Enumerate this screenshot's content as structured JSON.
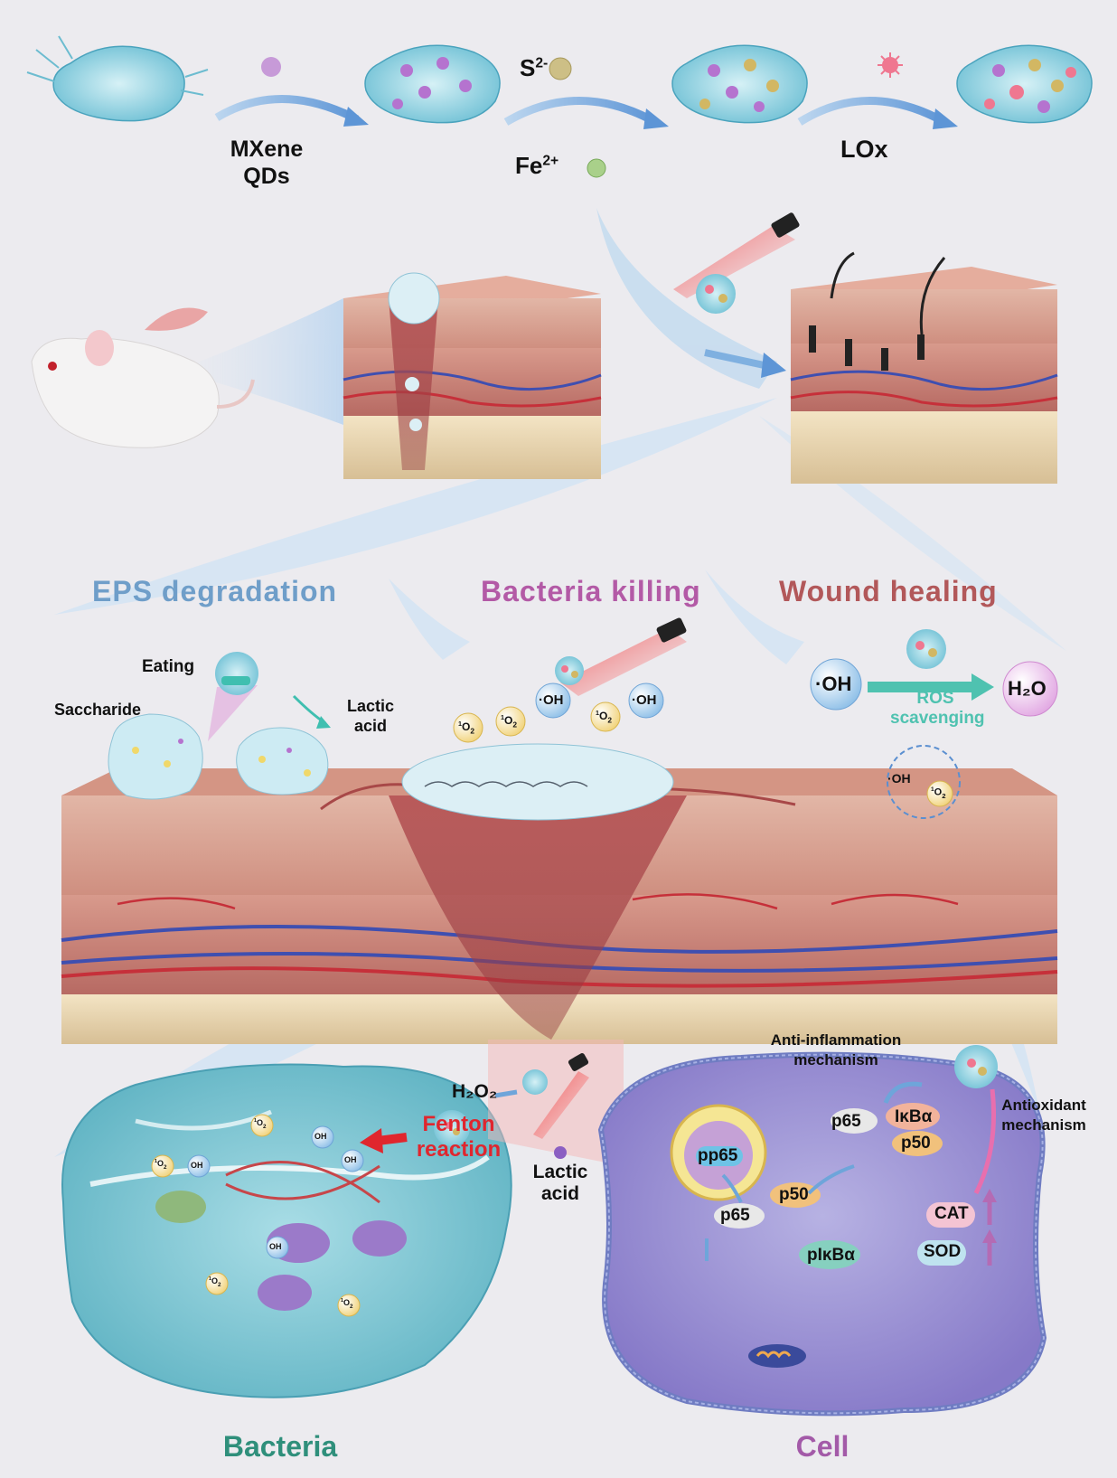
{
  "synthesis": {
    "step1_label": "MXene\nQDs",
    "step2_ion1": "S",
    "step2_ion1_charge": "2-",
    "step2_ion2": "Fe",
    "step2_ion2_charge": "2+",
    "step3_label": "LOx"
  },
  "stages": {
    "eps": "EPS degradation",
    "kill": "Bacteria killing",
    "heal": "Wound healing"
  },
  "eps_panel": {
    "eating": "Eating",
    "saccharide": "Saccharide",
    "lactic": "Lactic\nacid"
  },
  "ros": {
    "oh": "·OH",
    "singlet": "O",
    "singlet_sup": "1",
    "singlet_sub": "2",
    "h2o": "H₂O",
    "scavenging": "ROS\nscavenging"
  },
  "bacteria_panel": {
    "title": "Bacteria",
    "h2o2": "H₂O₂",
    "lactic": "Lactic\nacid",
    "fenton": "Fenton\nreaction",
    "oh_small": "OH"
  },
  "cell_panel": {
    "title": "Cell",
    "anti_inflam": "Anti-inflammation\nmechanism",
    "antiox": "Antioxidant\nmechanism",
    "pp65": "pp65",
    "p65": "p65",
    "p50": "p50",
    "ikba": "IκBα",
    "pikba": "pIκBα",
    "cat": "CAT",
    "sod": "SOD"
  },
  "colors": {
    "eps": "#6f9ec9",
    "kill": "#b35aa6",
    "heal": "#b2585a",
    "scavenge": "#4fc2b0",
    "fenton": "#e0262e",
    "bacteria": "#2f8f7b",
    "cell": "#a35aa8"
  }
}
